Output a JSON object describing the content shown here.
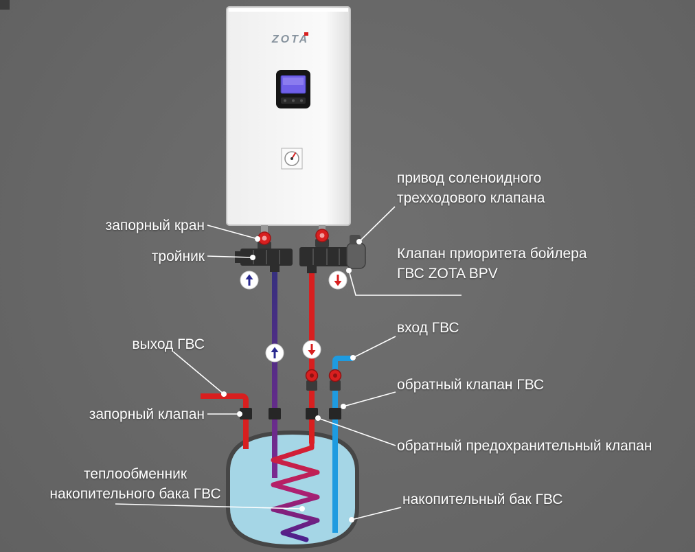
{
  "boiler": {
    "brand": "ZOTA"
  },
  "colors": {
    "background": "#696969",
    "hot": "#d81f1f",
    "cold": "#1e9be0",
    "return_top": "#34307e",
    "return_bottom": "#7c2a90",
    "coil_top": "#df1f1f",
    "coil_bottom": "#44208e",
    "tank_fill": "#a5d6e6",
    "tank_border": "#464646",
    "fitting_dark": "#2d2d2d",
    "valve_handle": "#d81f1f",
    "arrow_up": "#2a2a90",
    "arrow_down": "#d81f1f",
    "display_screen": "#6f5fe8",
    "label_text": "#ffffff"
  },
  "labels": {
    "solenoid_drive": "привод соленоидного\nтрехходового клапана",
    "shutoff_tap": "запорный кран",
    "tee": "тройник",
    "priority_valve": "Клапан приоритета бойлера\nГВС ZOTA BPV",
    "dhw_outlet": "выход ГВС",
    "dhw_inlet": "вход ГВС",
    "shutoff_valve": "запорный клапан",
    "check_valve": "обратный клапан ГВС",
    "safety_check_valve": "обратный предохранительный клапан",
    "heat_exchanger": "теплообменник\nнакопительного бака ГВС",
    "storage_tank": "накопительный бак ГВС"
  }
}
